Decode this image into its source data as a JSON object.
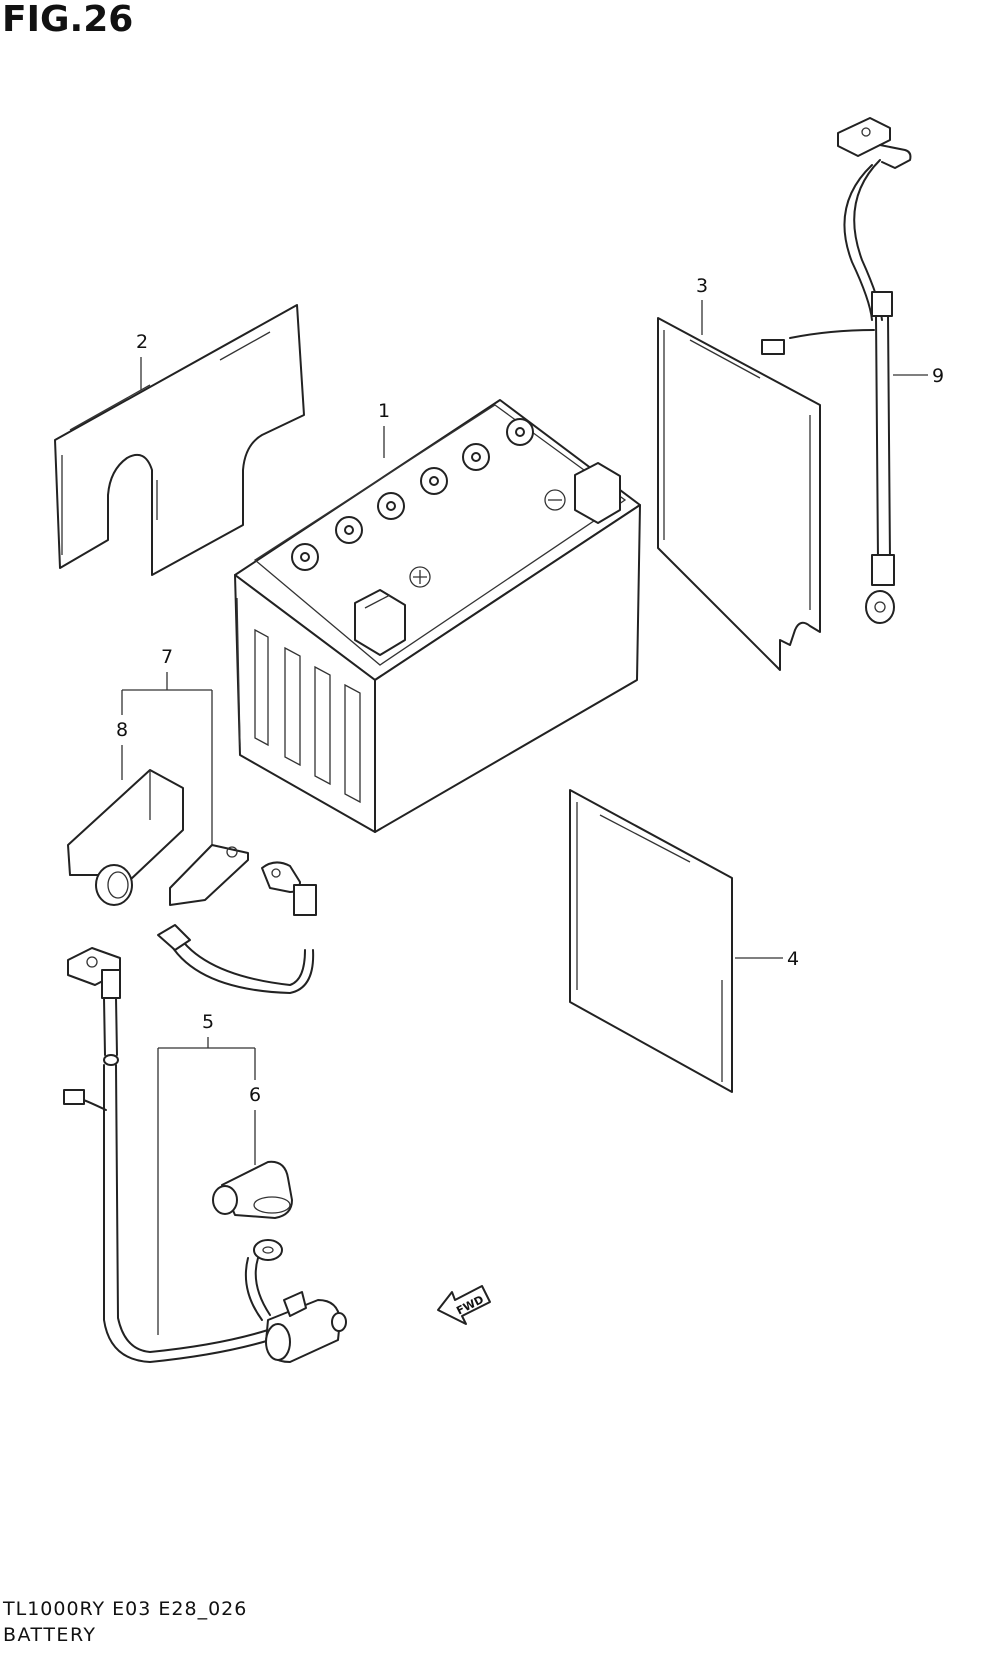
{
  "figure": {
    "title": "FIG.26",
    "model_code": "TL1000RY  E03  E28_026",
    "section_name": "BATTERY"
  },
  "callouts": {
    "c1": "1",
    "c2": "2",
    "c3": "3",
    "c4": "4",
    "c5": "5",
    "c6": "6",
    "c7": "7",
    "c8": "8",
    "c9": "9"
  },
  "direction_marker": {
    "label": "FWD"
  }
}
